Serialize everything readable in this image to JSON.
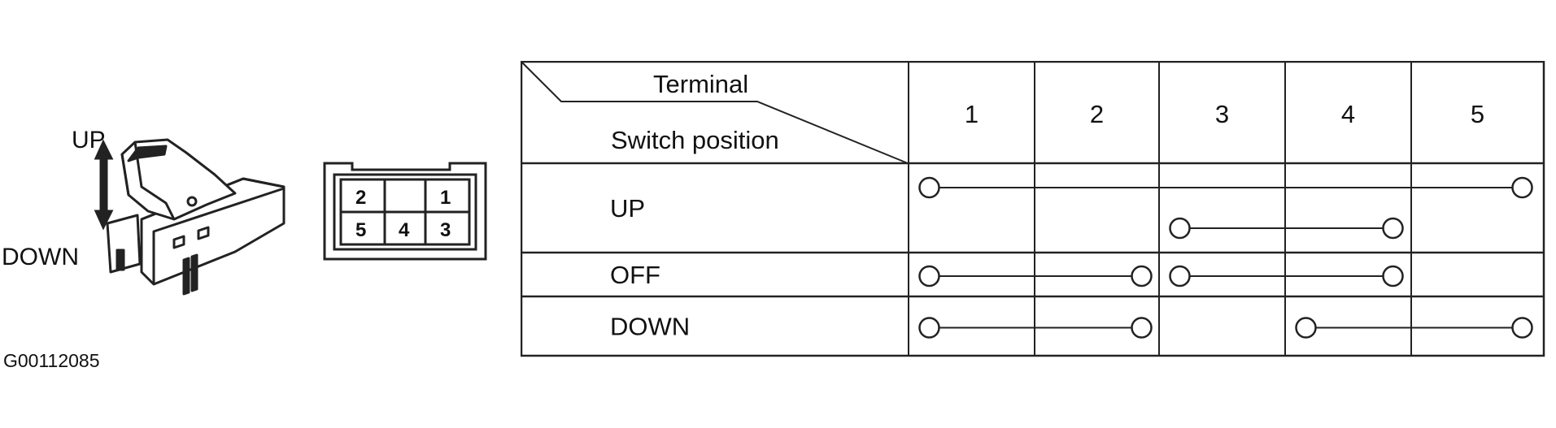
{
  "switch_illustration": {
    "up_label": "UP",
    "down_label": "DOWN",
    "connector_pins": {
      "top_left": "2",
      "top_right": "1",
      "bottom_left": "5",
      "bottom_middle": "4",
      "bottom_right": "3"
    }
  },
  "figure_id": "G00112085",
  "table": {
    "header_top": "Terminal",
    "header_bottom": "Switch position",
    "terminals": [
      "1",
      "2",
      "3",
      "4",
      "5"
    ],
    "rows": [
      {
        "position": "UP",
        "connections": [
          {
            "from": 1,
            "to": 5
          },
          {
            "from": 3,
            "to": 4
          }
        ]
      },
      {
        "position": "OFF",
        "connections": [
          {
            "from": 1,
            "to": 2
          },
          {
            "from": 3,
            "to": 4
          }
        ]
      },
      {
        "position": "DOWN",
        "connections": [
          {
            "from": 1,
            "to": 2
          },
          {
            "from": 4,
            "to": 5
          }
        ]
      }
    ]
  }
}
